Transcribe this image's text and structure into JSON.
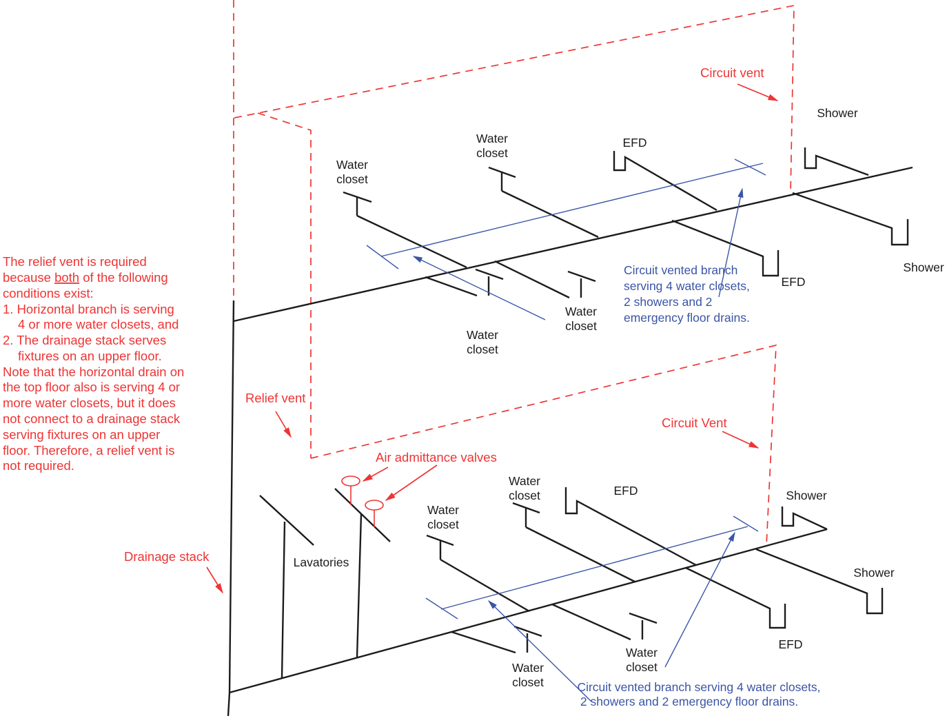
{
  "colors": {
    "red": "#ee3434",
    "blue": "#3a55a5",
    "black": "#1c1c1c"
  },
  "note": {
    "l1": "The relief vent is required",
    "l2a": "because ",
    "l2b": "both",
    "l2c": " of the following",
    "l3": "conditions exist:",
    "l4": "1. Horizontal branch is serving",
    "l5": "4 or more water closets, and",
    "l6": "2. The drainage stack serves",
    "l7": "fixtures on an upper floor.",
    "l8": "Note that the horizontal drain on",
    "l9": "the top floor also is serving 4 or",
    "l10": "more water closets, but it does",
    "l11": "not connect to a drainage stack",
    "l12": "serving fixtures on an upper",
    "l13": "floor. Therefore, a relief vent is",
    "l14": "not required."
  },
  "red_labels": {
    "circuit_vent_top": "Circuit vent",
    "relief_vent": "Relief vent",
    "circuit_vent_bottom": "Circuit Vent",
    "drainage_stack": "Drainage stack",
    "air_admittance_valves": "Air admittance valves"
  },
  "fixture_labels": {
    "water": "Water",
    "closet": "closet",
    "efd": "EFD",
    "shower": "Shower",
    "lavatories": "Lavatories"
  },
  "blue_notes": {
    "top": {
      "l1": "Circuit vented branch",
      "l2": "serving 4 water closets,",
      "l3": "2 showers and 2",
      "l4": "emergency floor drains."
    },
    "bottom": {
      "l1": "Circuit vented branch serving 4 water closets,",
      "l2": "2 showers and 2 emergency floor drains."
    }
  }
}
